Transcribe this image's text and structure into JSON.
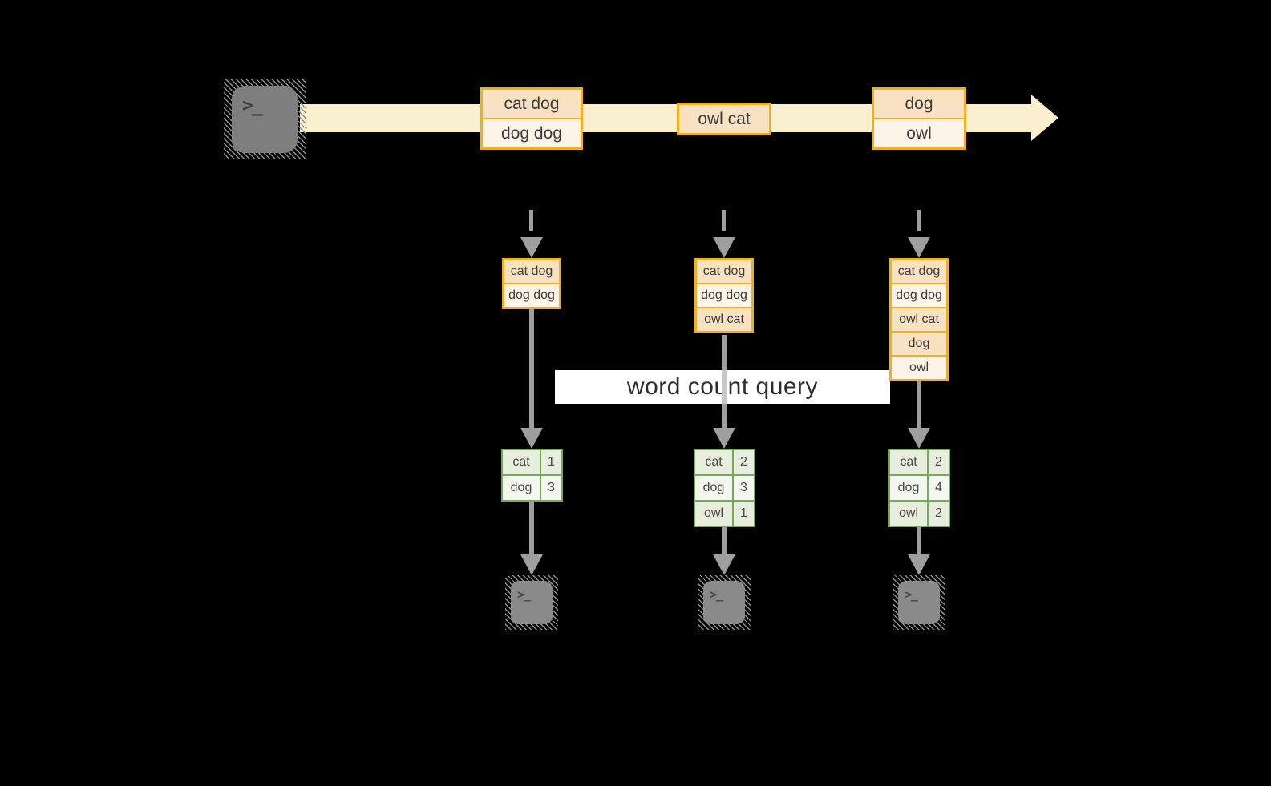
{
  "banner": {
    "label": "word count query"
  },
  "icons": {
    "terminal_prompt": ">_"
  },
  "timeline": {
    "batches": [
      {
        "records": [
          "cat dog",
          "dog dog"
        ]
      },
      {
        "records": [
          "owl cat"
        ]
      },
      {
        "records": [
          "dog",
          "owl"
        ]
      }
    ]
  },
  "columns": [
    {
      "micro_batch": [
        "cat dog",
        "dog dog"
      ],
      "word_counts": [
        {
          "word": "cat",
          "count": "1"
        },
        {
          "word": "dog",
          "count": "3"
        }
      ]
    },
    {
      "micro_batch": [
        "cat dog",
        "dog dog",
        "owl cat"
      ],
      "word_counts": [
        {
          "word": "cat",
          "count": "2"
        },
        {
          "word": "dog",
          "count": "3"
        },
        {
          "word": "owl",
          "count": "1"
        }
      ]
    },
    {
      "micro_batch": [
        "cat dog",
        "dog dog",
        "owl cat",
        "dog",
        "owl"
      ],
      "word_counts": [
        {
          "word": "cat",
          "count": "2"
        },
        {
          "word": "dog",
          "count": "4"
        },
        {
          "word": "owl",
          "count": "2"
        }
      ]
    }
  ],
  "colors": {
    "background": "#000000",
    "stream_arrow": "#faf0cf",
    "batch_border": "#f0b01e",
    "batch_fill_dark": "#f8e2c1",
    "batch_fill_light": "#fdf3e6",
    "count_border": "#78a85c",
    "count_fill_dark": "#e7eedd",
    "count_fill_light": "#f4f7f0",
    "arrow_gray": "#9e9e9e",
    "terminal_gray": "#828282",
    "text_dark": "#3c3c3c"
  }
}
